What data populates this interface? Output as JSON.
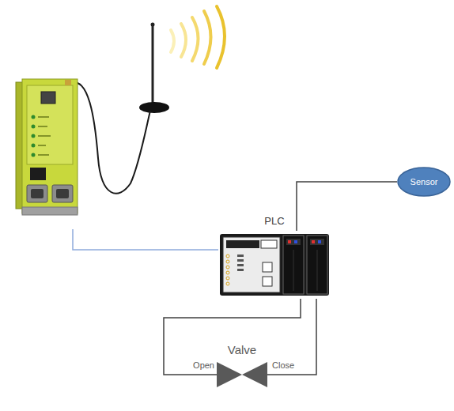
{
  "diagram": {
    "nodes": [
      {
        "text": [
          "Sensor"
        ]
      },
      {
        "text": [
          "PLC"
        ]
      },
      {
        "text": [
          "Valve"
        ]
      }
    ],
    "edges": [
      {
        "from": 0,
        "to": 1,
        "arrow": "none"
      },
      {
        "from": 1,
        "to": 2,
        "arrow": "none"
      },
      {
        "from": 1,
        "to": 2,
        "arrow": "none"
      }
    ],
    "labels": [
      "Open",
      "Close"
    ]
  }
}
